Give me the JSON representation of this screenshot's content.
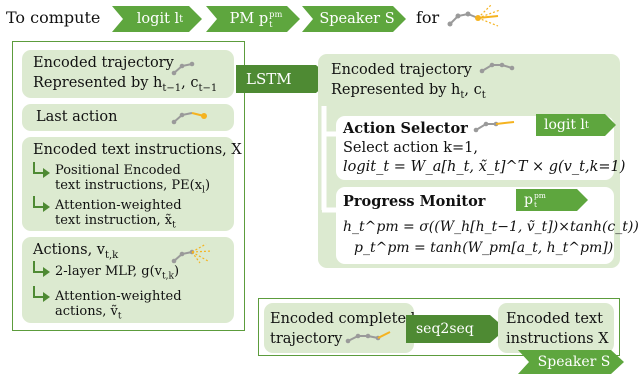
{
  "header": {
    "to_compute": "To compute",
    "chip_logit": "logit l",
    "chip_logit_sub": "t",
    "chip_pm": "PM p",
    "chip_pm_sup": "pm",
    "chip_pm_sub": "t",
    "chip_speaker": "Speaker S",
    "for": "for"
  },
  "left": {
    "encoded_trajectory": "Encoded trajectory",
    "represented_by": "Represented by h",
    "represented_by_sub1": "t−1",
    "represented_by_mid": ", c",
    "represented_by_sub2": "t−1",
    "last_action": "Last action",
    "encoded_text": "Encoded text instructions, X",
    "positional_1": "Positional Encoded",
    "positional_2": "text instructions, PE(x",
    "positional_sub": "l",
    "positional_end": ")",
    "attn_1": "Attention-weighted",
    "attn_2": "text instruction, x̃",
    "attn_sub": "t",
    "actions": "Actions, v",
    "actions_sub": "t,k",
    "mlp": "2-layer MLP, g(v",
    "mlp_sub": "t,k",
    "mlp_end": ")",
    "attn_act_1": "Attention-weighted",
    "attn_act_2": "actions, ṽ",
    "attn_act_sub": "t"
  },
  "lstm": "LSTM",
  "right": {
    "encoded_trajectory": "Encoded trajectory",
    "represented_by": "Represented by h",
    "rb_sub1": "t",
    "rb_mid": ", c",
    "rb_sub2": "t",
    "action_selector": "Action Selector",
    "logit_label": "logit l",
    "logit_label_sub": "t",
    "select_action": "Select action k=1,",
    "formula_logit": "logit_t = W_a[h_t, x̃_t]^T × g(v_t,k=1)",
    "progress_monitor": "Progress Monitor",
    "pm_label": "p",
    "pm_label_sup": "pm",
    "pm_label_sub": "t",
    "formula_h": "h_t^pm = σ((W_h[h_t−1, ṽ_t])×tanh(c_t))",
    "formula_p": "p_t^pm = tanh(W_pm[a_t, h_t^pm])"
  },
  "bottom": {
    "encoded_completed_1": "Encoded completed",
    "encoded_completed_2": "trajectory",
    "seq2seq": "seq2seq",
    "encoded_text_1": "Encoded text",
    "encoded_text_2": "instructions X",
    "speaker_label": "Speaker S"
  },
  "colors": {
    "green_dark": "#4e8a33",
    "green_mid": "#5ea63e",
    "green_light": "#dcead0",
    "trajectory_gray": "#9a9a9a",
    "trajectory_orange": "#f5b320"
  }
}
